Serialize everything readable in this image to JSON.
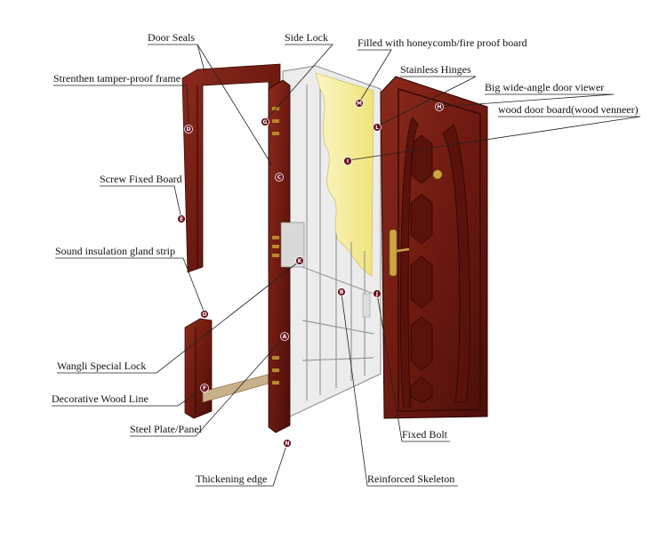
{
  "labels": {
    "door_seals": "Door Seals",
    "side_lock": "Side Lock",
    "filled_board": "Filled with honeycomb/fire proof board",
    "stainless_hinges": "Stainless Hinges",
    "door_viewer": "Big wide-angle door viewer",
    "wood_board": "wood door board(wood venneer)",
    "frame": "Strenthen tamper-proof frame",
    "screw_board": "Screw Fixed Board",
    "sound_strip": "Sound insulation gland strip",
    "special_lock": "Wangli Special Lock",
    "wood_line": "Decorative Wood Line",
    "steel_plate": "Steel Plate/Panel",
    "fixed_bolt": "Fixed Bolt",
    "thickening_edge": "Thickening edge",
    "skeleton": "Reinforced Skeleton"
  },
  "markers": {
    "a": "A",
    "b": "B",
    "c": "C",
    "d": "D",
    "e": "E",
    "f": "F",
    "g": "G",
    "h": "H",
    "i": "I",
    "j": "J",
    "k": "K",
    "l": "L",
    "m": "M",
    "n": "N",
    "o": "O"
  },
  "colors": {
    "wood": "#7a1e14",
    "wood_dark": "#4a0f0a",
    "steel": "#e8e8e8",
    "fill": "#f3ec8a",
    "marker": "#6b1020"
  }
}
